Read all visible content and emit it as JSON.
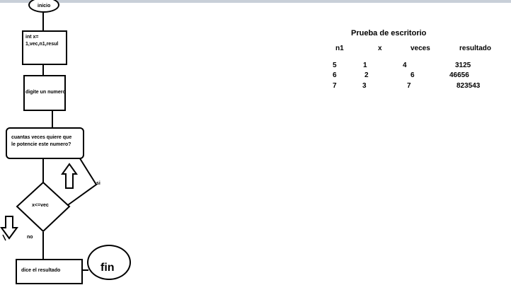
{
  "flowchart": {
    "start": "inicio",
    "declare": "int x=\n1,vec,n1,resul",
    "input": "digite un numero",
    "prompt": "cuantas veces quiere que\nle potencie este numero?",
    "decision": "x<=vec",
    "yes_label": "si",
    "no_label": "no",
    "output": "dice el resultado",
    "end": "fin"
  },
  "trace_table": {
    "title": "Prueba de escritorio",
    "headers": [
      "n1",
      "x",
      "veces",
      "resultado"
    ],
    "rows": [
      [
        "5",
        "1",
        "4",
        "3125"
      ],
      [
        "6",
        "2",
        "6",
        "46656"
      ],
      [
        "7",
        "3",
        "7",
        "823543"
      ]
    ]
  }
}
